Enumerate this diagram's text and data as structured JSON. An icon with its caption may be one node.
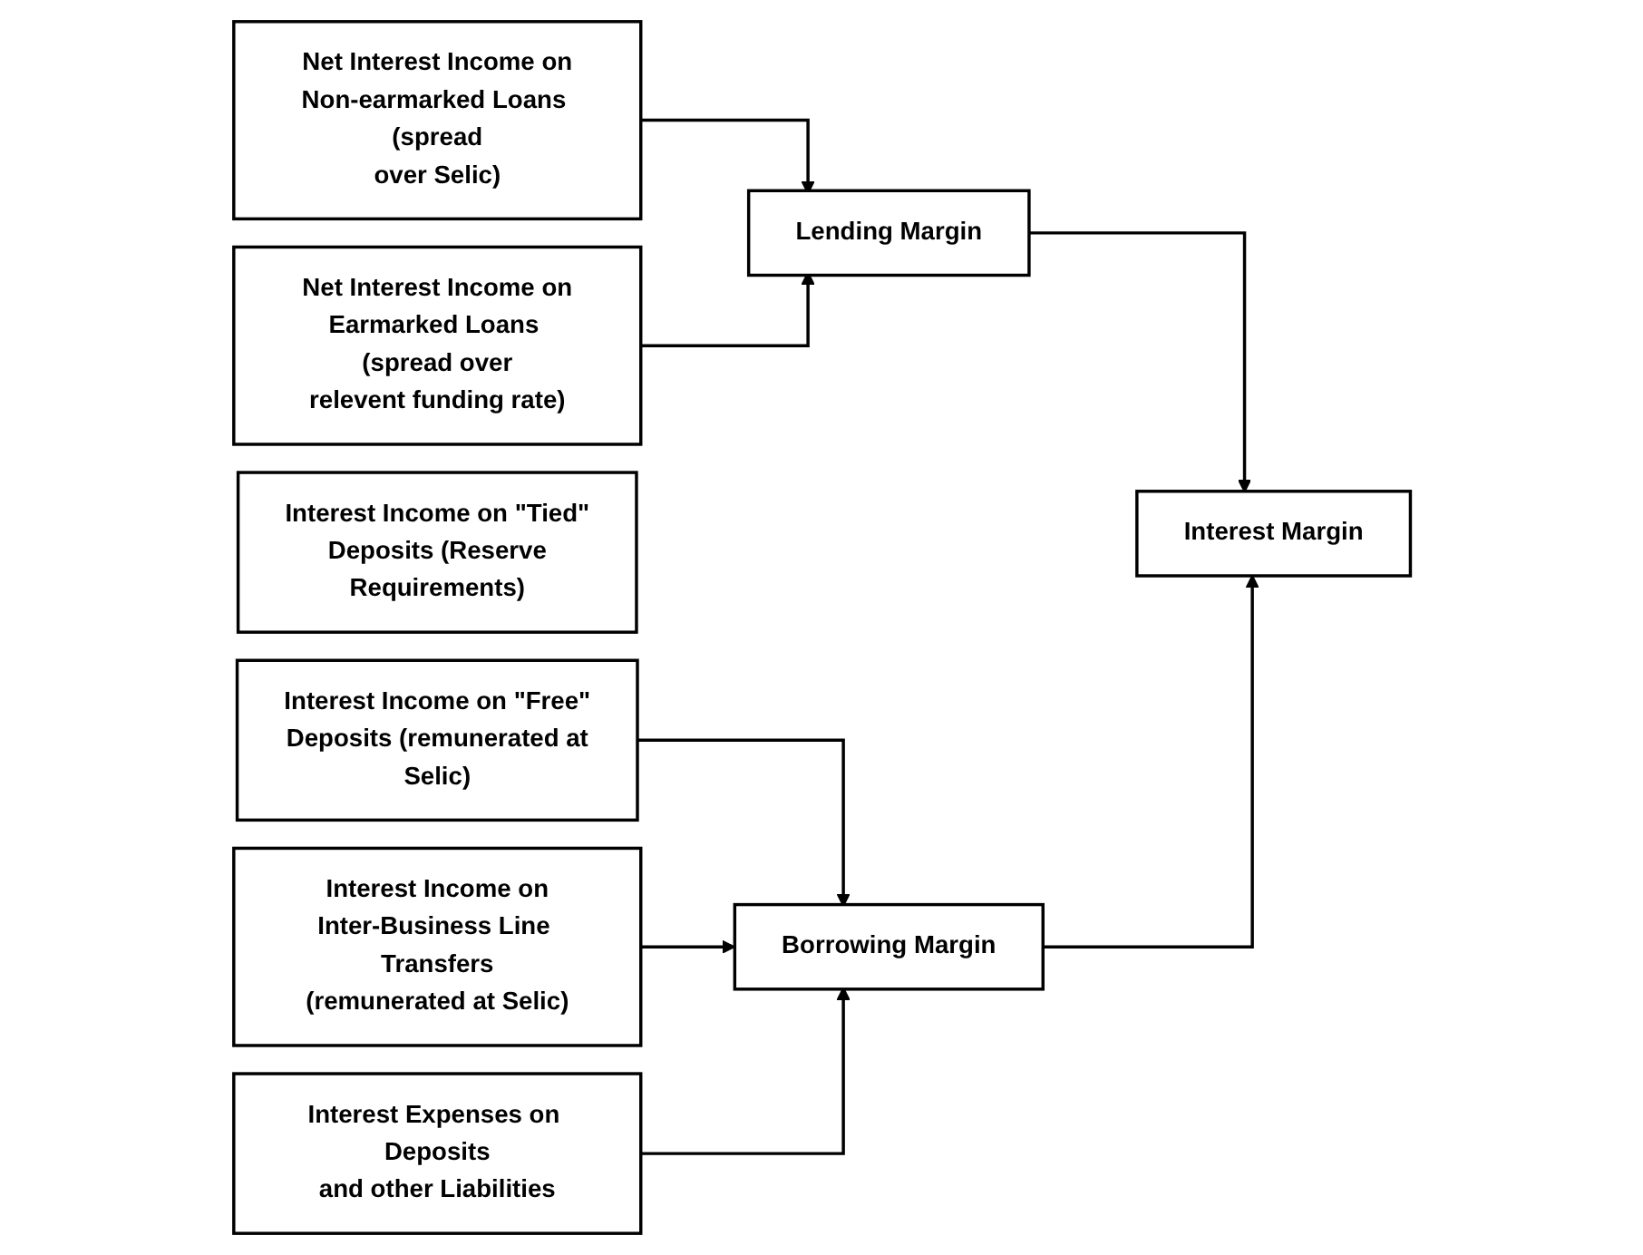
{
  "diagram": {
    "nodes": [
      {
        "text": [
          "Net Interest Income on Non-earmarked Loans (spread over Selic)"
        ]
      },
      {
        "text": [
          "Net Interest Income on Earmarked Loans (spread over relevent funding rate)"
        ]
      },
      {
        "text": [
          "Interest Income on \"Tied\" Deposits (Reserve Requirements)"
        ]
      },
      {
        "text": [
          "Interest Income on \"Free\" Deposits (remunerated at Selic)"
        ]
      },
      {
        "text": [
          "Interest Income on Inter-Business Line Transfers (remunerated at Selic)"
        ]
      },
      {
        "text": [
          "Interest Expenses on Deposits and other Liabilities"
        ]
      },
      {
        "text": [
          "Lending Margin"
        ]
      },
      {
        "text": [
          "Borrowing Margin"
        ]
      },
      {
        "text": [
          "Interest Margin"
        ]
      }
    ],
    "edges": [
      {
        "from": 0,
        "to": 6,
        "arrow": "to"
      },
      {
        "from": 1,
        "to": 6,
        "arrow": "to"
      },
      {
        "from": 3,
        "to": 7,
        "arrow": "to"
      },
      {
        "from": 4,
        "to": 7,
        "arrow": "to"
      },
      {
        "from": 5,
        "to": 7,
        "arrow": "to"
      },
      {
        "from": 6,
        "to": 8,
        "arrow": "to"
      },
      {
        "from": 7,
        "to": 8,
        "arrow": "to"
      }
    ]
  }
}
